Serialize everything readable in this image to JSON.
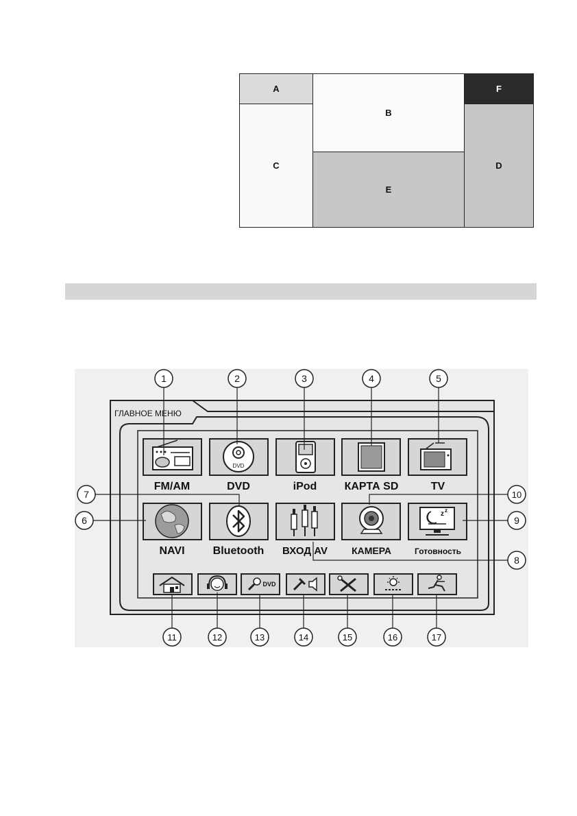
{
  "layout_zones": {
    "a": "A",
    "b": "B",
    "c": "C",
    "d": "D",
    "e": "E",
    "f": "F"
  },
  "menu": {
    "title": "ГЛАВНОЕ МЕНЮ",
    "tiles": [
      {
        "label": "FM/AM",
        "icon": "radio-icon"
      },
      {
        "label": "DVD",
        "icon": "dvd-disc-icon",
        "badge": "DVD"
      },
      {
        "label": "iPod",
        "icon": "ipod-icon"
      },
      {
        "label": "КАРТА SD",
        "icon": "sd-card-icon"
      },
      {
        "label": "TV",
        "icon": "tv-icon"
      },
      {
        "label": "NAVI",
        "icon": "globe-icon"
      },
      {
        "label": "Bluetooth",
        "icon": "bluetooth-icon"
      },
      {
        "label": "ВХОД AV",
        "icon": "rca-plugs-icon"
      },
      {
        "label": "КАМЕРА",
        "icon": "webcam-icon"
      },
      {
        "label": "Готовность",
        "icon": "standby-icon",
        "badge": "z"
      }
    ],
    "bottom_buttons": [
      {
        "icon": "home-icon"
      },
      {
        "icon": "headset-icon"
      },
      {
        "icon": "dvd-settings-icon",
        "badge": "DVD"
      },
      {
        "icon": "audio-settings-icon"
      },
      {
        "icon": "tools-icon"
      },
      {
        "icon": "brightness-icon"
      },
      {
        "icon": "exit-icon"
      }
    ]
  },
  "callouts": [
    "1",
    "2",
    "3",
    "4",
    "5",
    "6",
    "7",
    "8",
    "9",
    "10",
    "11",
    "12",
    "13",
    "14",
    "15",
    "16",
    "17"
  ]
}
